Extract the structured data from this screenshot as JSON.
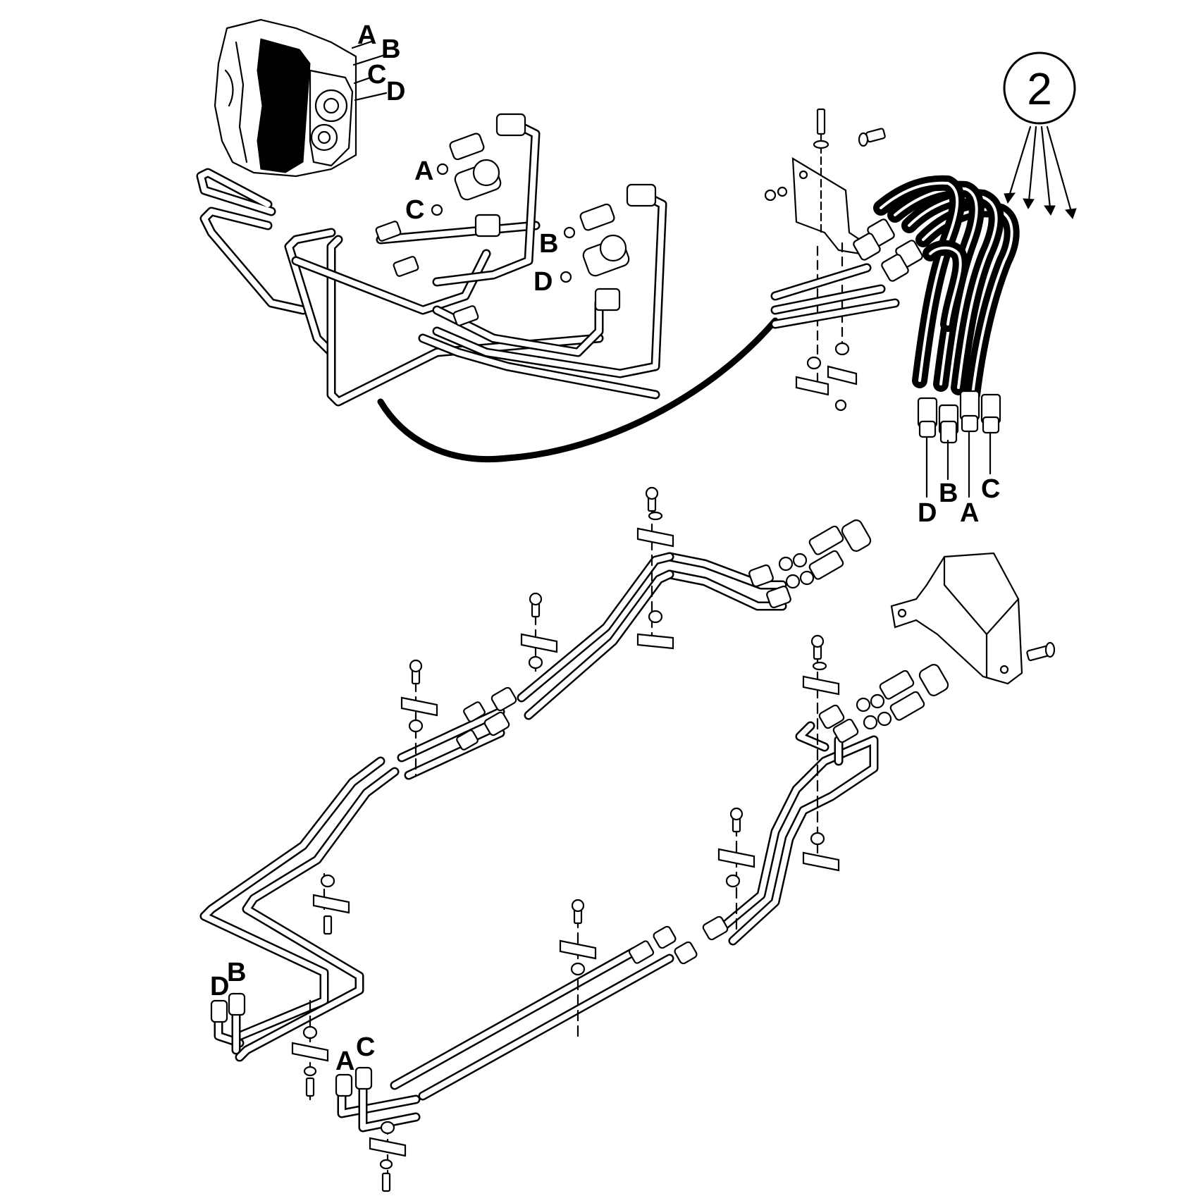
{
  "diagram": {
    "callout": {
      "number": "2"
    },
    "valve_port_labels": [
      "A",
      "B",
      "C",
      "D"
    ],
    "fitting_labels_upper": [
      "A",
      "C",
      "B",
      "D"
    ],
    "hose_end_labels": [
      "D",
      "B",
      "A",
      "C"
    ],
    "left_tube_labels": [
      "D",
      "B"
    ],
    "bottom_tube_labels": [
      "A",
      "C"
    ]
  }
}
